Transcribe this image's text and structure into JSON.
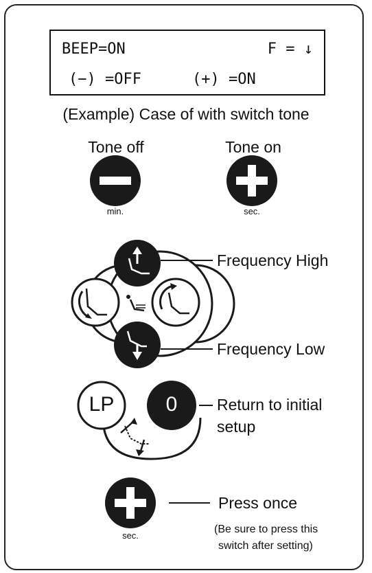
{
  "display": {
    "beep_label": "BEEP=ON",
    "f_label": "F = ↓",
    "minus_hint": "(−) =OFF",
    "plus_hint": "(+) =ON"
  },
  "caption": "(Example) Case of with switch tone",
  "tone_off": {
    "label": "Tone off",
    "sub": "min."
  },
  "tone_on": {
    "label": "Tone on",
    "sub": "sec."
  },
  "callouts": {
    "freq_high": "Frequency High",
    "freq_low": "Frequency Low",
    "return_line1": "Return to initial",
    "return_line2": "setup",
    "press_once": "Press once",
    "note_line1": "(Be sure to press this",
    "note_line2": "switch after setting)"
  },
  "buttons": {
    "lp_label": "LP",
    "zero_label": "0",
    "bottom_sub": "sec."
  }
}
